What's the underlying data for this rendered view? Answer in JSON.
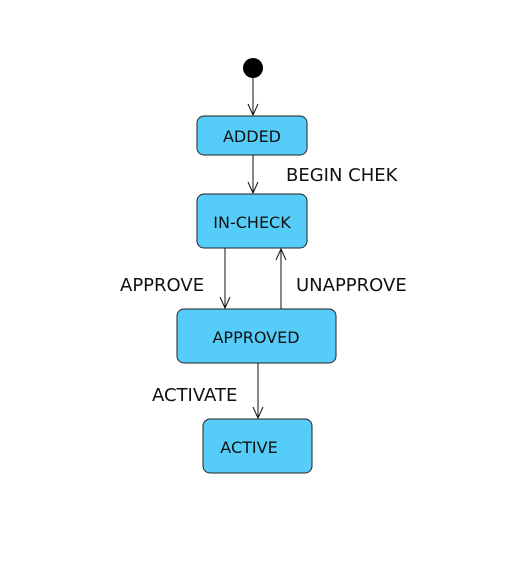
{
  "diagram": {
    "type": "state-machine",
    "colors": {
      "state_fill": "#56cdf8",
      "state_stroke": "#222222",
      "initial_fill": "#000000",
      "edge": "#111111"
    },
    "states": {
      "added": "ADDED",
      "in_check": "IN-CHECK",
      "approved": "APPROVED",
      "active": "ACTIVE"
    },
    "transitions": {
      "begin_check": "BEGIN CHEK",
      "approve": "APPROVE",
      "unapprove": "UNAPPROVE",
      "activate": "ACTIVATE"
    }
  }
}
